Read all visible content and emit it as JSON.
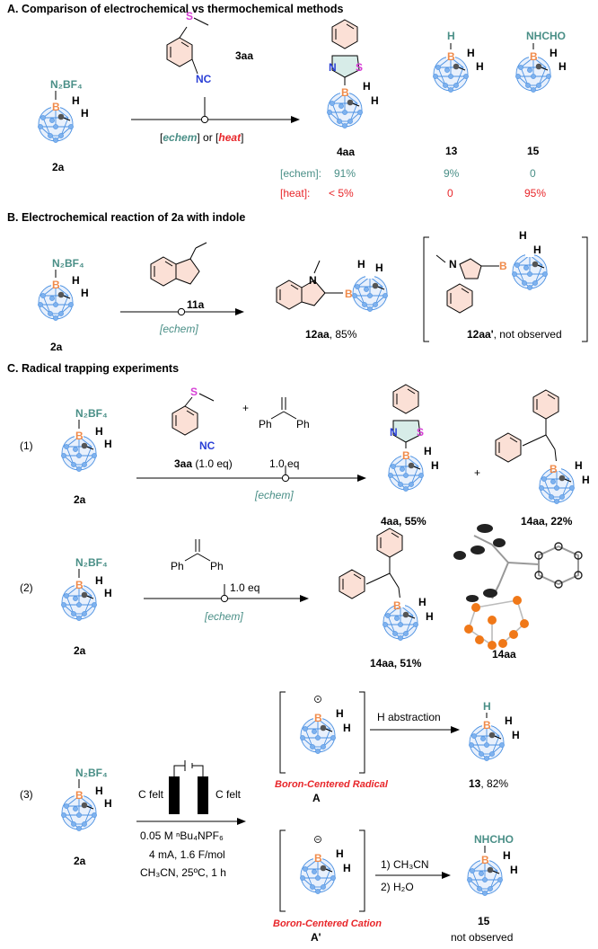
{
  "sectionA": {
    "title": "A. Comparison of electrochemical vs thermochemical methods",
    "start": {
      "label": "2a",
      "group_N2BF4": "N₂BF₄",
      "B": "B",
      "H": "H"
    },
    "reagent": {
      "label": "3aa",
      "S": "S",
      "NC": "NC"
    },
    "conditions": {
      "open": "[",
      "echem": "echem",
      "or": "] or [",
      "heat": "heat",
      "close": "]"
    },
    "products": [
      {
        "label": "4aa",
        "top": "",
        "N": "N",
        "S": "S"
      },
      {
        "label": "13",
        "top": "H"
      },
      {
        "label": "15",
        "top": "NHCHO"
      }
    ],
    "yields": {
      "echem_row_label": "[echem]:",
      "heat_row_label": "[heat]:",
      "echem": [
        "91%",
        "9%",
        "0"
      ],
      "heat": [
        "< 5%",
        "0",
        "95%"
      ]
    }
  },
  "sectionB": {
    "title": "B. Electrochemical reaction of 2a with indole",
    "start_label": "2a",
    "reagent_label": "11a",
    "conditions": "[echem]",
    "product": {
      "label": "12aa",
      "yield": ", 85%"
    },
    "bracket": {
      "label": "12aa'",
      "note": ", not observed"
    }
  },
  "sectionC": {
    "title": "C. Radical trapping experiments",
    "exp1": {
      "num": "(1)",
      "start_label": "2a",
      "reagent1": "3aa",
      "reagent1_eq": " (1.0 eq)",
      "plus": "+",
      "reagent2_eq": "1.0 eq",
      "Ph": "Ph",
      "conditions": "[echem]",
      "product1": {
        "label": "4aa",
        "yield": ", 55%"
      },
      "product2": {
        "label": "14aa",
        "yield": ", 22%"
      }
    },
    "exp2": {
      "num": "(2)",
      "start_label": "2a",
      "reagent_eq": "1.0 eq",
      "Ph": "Ph",
      "conditions": "[echem]",
      "product": {
        "label": "14aa",
        "yield": ", 51%"
      },
      "xray_label": "14aa"
    },
    "exp3": {
      "num": "(3)",
      "start_label": "2a",
      "electrode_left": "C felt",
      "electrode_right": "C felt",
      "cond1": "0.05 M ⁿBu₄NPF₆",
      "cond2": "4 mA, 1.6 F/mol",
      "cond3": "CH₃CN, 25ºC, 1 h",
      "radical": {
        "name": "Boron-Centered Radical",
        "label": "A"
      },
      "cation": {
        "name": "Boron-Centered Cation",
        "label": "A'"
      },
      "step_radical": "H abstraction",
      "step_cation_1": "1) CH₃CN",
      "step_cation_2": "2) H₂O",
      "product13": {
        "label": "13",
        "yield": ", 82%",
        "top": "H"
      },
      "product15": {
        "label": "15",
        "note": "not observed",
        "top": "NHCHO"
      }
    }
  },
  "colors": {
    "boron": "#f08b4b",
    "cage": "#4a90e2",
    "teal": "#4a8f87",
    "red": "#e8262a",
    "ring_fill": "#fbe0d6"
  }
}
